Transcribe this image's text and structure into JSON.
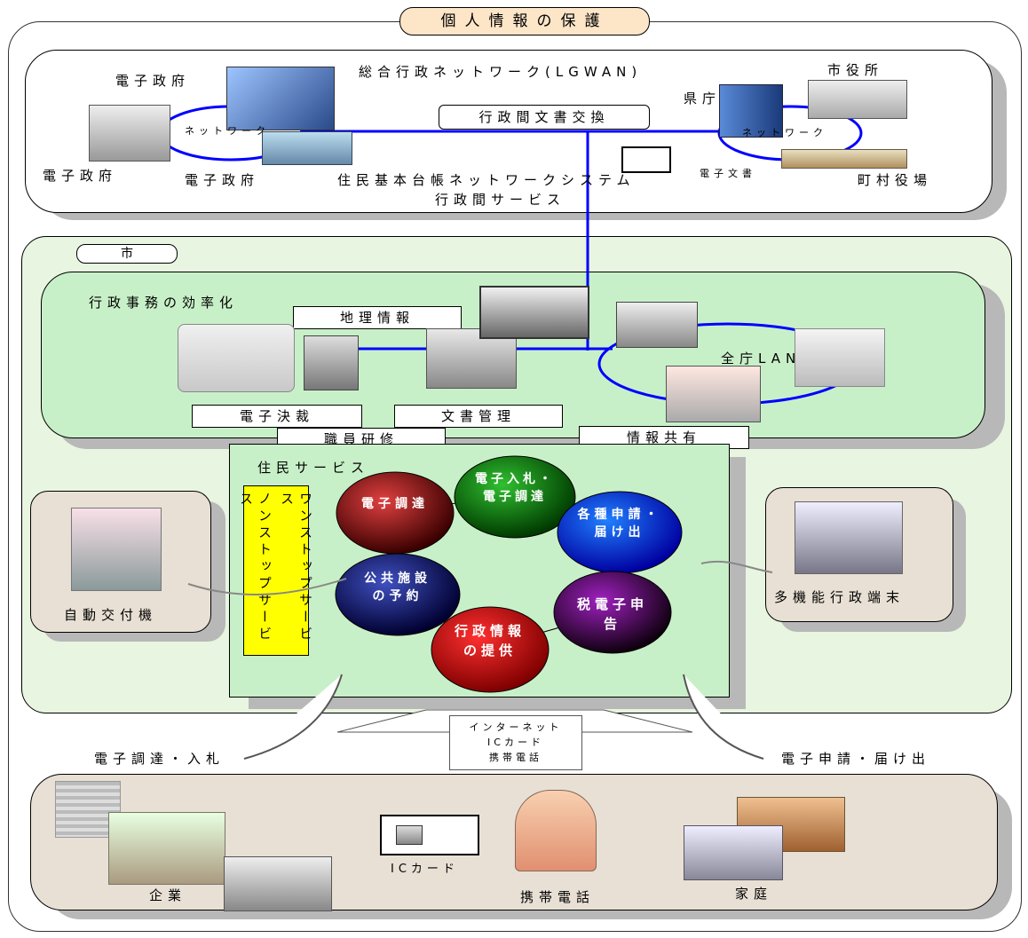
{
  "title": "個人情報の保護",
  "top": {
    "lgwan": "総合行政ネットワーク(LGWAN)",
    "egov_1": "電子政府",
    "egov_2": "電子政府",
    "egov_3": "電子政府",
    "network_left": "ネットワーク",
    "network_right": "ネットワーク",
    "inter_doc": "行政間文書交換",
    "juki_1": "住民基本台帳ネットワークシステム",
    "juki_2": "行政間サービス",
    "city_hall": "市役所",
    "prefecture": "県庁",
    "town_hall": "町村役場",
    "e_doc": "電子文書"
  },
  "city": {
    "label": "市",
    "efficiency": "行政事務の効率化",
    "gis": "地理情報",
    "e_approval": "電子決裁",
    "doc_mgmt": "文書管理",
    "training": "職員研修",
    "info_share": "情報共有",
    "lan": "全庁LAN"
  },
  "services": {
    "title": "住民サービス",
    "onestop_1": "ワンストップサービス",
    "onestop_2": "ノンストップサービス",
    "procurement": "電子調達",
    "bidding": "電子入札・電子調達",
    "applications": "各種申請・届け出",
    "facility": "公共施設の予約",
    "info": "行政情報の提供",
    "tax": "税電子申告"
  },
  "kiosk_left": "自動交付機",
  "kiosk_right": "多機能行政端末",
  "channels": {
    "line1": "インターネット",
    "line2": "ICカード",
    "line3": "携帯電話"
  },
  "left_flow": "電子調達・入札",
  "right_flow": "電子申請・届け出",
  "bottom": {
    "company": "企業",
    "ic_card": "ICカード",
    "mobile": "携帯電話",
    "home": "家庭"
  },
  "colors": {
    "network_line": "#0000ff",
    "city_panel": "#e8f5e0",
    "inner_panel": "#c8f0c8",
    "title_box": "#fde5c8",
    "bottom_panel": "#e8e0d4",
    "onestop_box": "#ffff00"
  }
}
